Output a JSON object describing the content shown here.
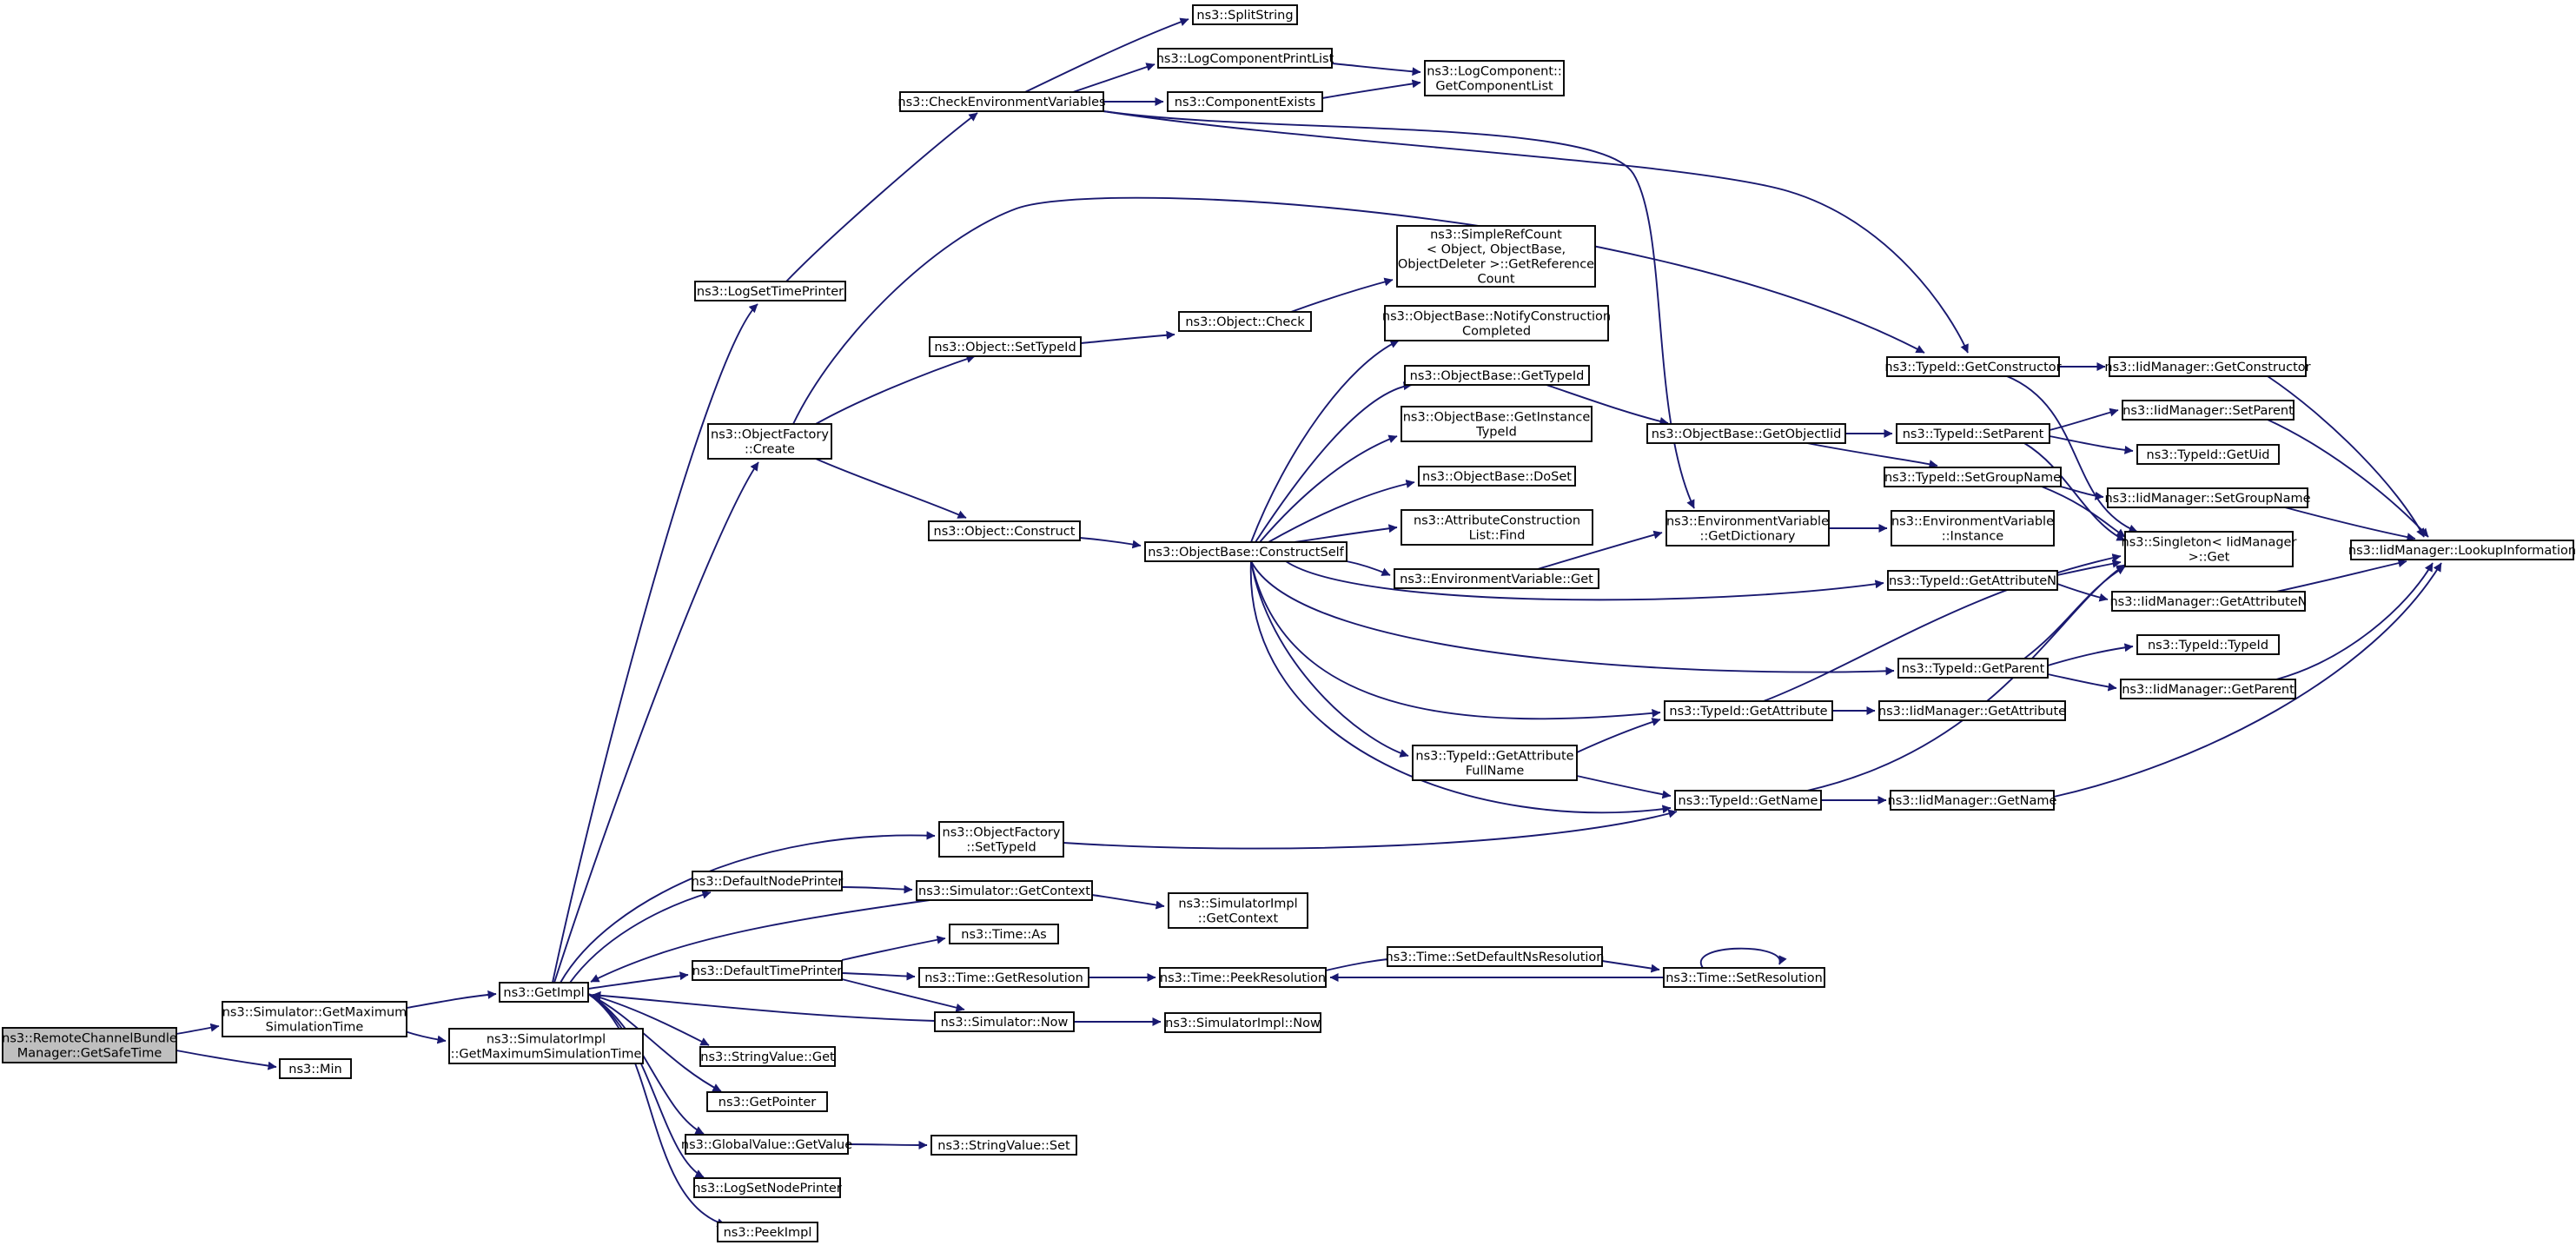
{
  "diagram": {
    "title": "",
    "colors": {
      "edge": "#191970",
      "node_border": "#000000",
      "root_fill": "#bfbfbf",
      "node_fill": "#ffffff"
    },
    "nodes": [
      {
        "id": "root",
        "label": [
          "ns3::RemoteChannelBundle",
          "Manager::GetSafeTime"
        ],
        "highlight": true
      },
      {
        "id": "simGetMax",
        "label": [
          "ns3::Simulator::GetMaximum",
          "SimulationTime"
        ]
      },
      {
        "id": "min",
        "label": [
          "ns3::Min"
        ]
      },
      {
        "id": "getImpl",
        "label": [
          "ns3::GetImpl"
        ]
      },
      {
        "id": "simImplGetMax",
        "label": [
          "ns3::SimulatorImpl",
          "::GetMaximumSimulationTime"
        ]
      },
      {
        "id": "logSetTimePrinter",
        "label": [
          "ns3::LogSetTimePrinter"
        ]
      },
      {
        "id": "objFactoryCreate",
        "label": [
          "ns3::ObjectFactory",
          "::Create"
        ]
      },
      {
        "id": "objFactorySetTypeId",
        "label": [
          "ns3::ObjectFactory",
          "::SetTypeId"
        ]
      },
      {
        "id": "defaultNodePrinter",
        "label": [
          "ns3::DefaultNodePrinter"
        ]
      },
      {
        "id": "defaultTimePrinter",
        "label": [
          "ns3::DefaultTimePrinter"
        ]
      },
      {
        "id": "stringValueGet",
        "label": [
          "ns3::StringValue::Get"
        ]
      },
      {
        "id": "getPointer",
        "label": [
          "ns3::GetPointer"
        ]
      },
      {
        "id": "globalValueGetValue",
        "label": [
          "ns3::GlobalValue::GetValue"
        ]
      },
      {
        "id": "logSetNodePrinter",
        "label": [
          "ns3::LogSetNodePrinter"
        ]
      },
      {
        "id": "peekImpl",
        "label": [
          "ns3::PeekImpl"
        ]
      },
      {
        "id": "checkEnv",
        "label": [
          "ns3::CheckEnvironmentVariables"
        ]
      },
      {
        "id": "splitString",
        "label": [
          "ns3::SplitString"
        ]
      },
      {
        "id": "logComponentPrintList",
        "label": [
          "ns3::LogComponentPrintList"
        ]
      },
      {
        "id": "componentExists",
        "label": [
          "ns3::ComponentExists"
        ]
      },
      {
        "id": "logCompGetList",
        "label": [
          "ns3::LogComponent::",
          "GetComponentList"
        ]
      },
      {
        "id": "objSetTypeId",
        "label": [
          "ns3::Object::SetTypeId"
        ]
      },
      {
        "id": "objCheck",
        "label": [
          "ns3::Object::Check"
        ]
      },
      {
        "id": "simpleRefCount",
        "label": [
          "ns3::SimpleRefCount",
          "< Object, ObjectBase,",
          "ObjectDeleter >::GetReference",
          "Count"
        ]
      },
      {
        "id": "objConstruct",
        "label": [
          "ns3::Object::Construct"
        ]
      },
      {
        "id": "constructSelf",
        "label": [
          "ns3::ObjectBase::ConstructSelf"
        ]
      },
      {
        "id": "notifyConstruction",
        "label": [
          "ns3::ObjectBase::NotifyConstruction",
          "Completed"
        ]
      },
      {
        "id": "obGetTypeId",
        "label": [
          "ns3::ObjectBase::GetTypeId"
        ]
      },
      {
        "id": "obGetInstanceTypeId",
        "label": [
          "ns3::ObjectBase::GetInstance",
          "TypeId"
        ]
      },
      {
        "id": "obDoSet",
        "label": [
          "ns3::ObjectBase::DoSet"
        ]
      },
      {
        "id": "attrConstructionFind",
        "label": [
          "ns3::AttributeConstruction",
          "List::Find"
        ]
      },
      {
        "id": "envVarGet",
        "label": [
          "ns3::EnvironmentVariable::Get"
        ]
      },
      {
        "id": "typeIdGetAttributeFullName",
        "label": [
          "ns3::TypeId::GetAttribute",
          "FullName"
        ]
      },
      {
        "id": "obGetObjectIid",
        "label": [
          "ns3::ObjectBase::GetObjectIid"
        ]
      },
      {
        "id": "envVarGetDict",
        "label": [
          "ns3::EnvironmentVariable",
          "::GetDictionary"
        ]
      },
      {
        "id": "envVarInstance",
        "label": [
          "ns3::EnvironmentVariable",
          "::Instance"
        ]
      },
      {
        "id": "typeIdGetAttribute",
        "label": [
          "ns3::TypeId::GetAttribute"
        ]
      },
      {
        "id": "typeIdGetName",
        "label": [
          "ns3::TypeId::GetName"
        ]
      },
      {
        "id": "typeIdGetConstructor",
        "label": [
          "ns3::TypeId::GetConstructor"
        ]
      },
      {
        "id": "typeIdSetParent",
        "label": [
          "ns3::TypeId::SetParent"
        ]
      },
      {
        "id": "typeIdSetGroupName",
        "label": [
          "ns3::TypeId::SetGroupName"
        ]
      },
      {
        "id": "typeIdGetAttributeN",
        "label": [
          "ns3::TypeId::GetAttributeN"
        ]
      },
      {
        "id": "typeIdGetParent",
        "label": [
          "ns3::TypeId::GetParent"
        ]
      },
      {
        "id": "iidGetConstructor",
        "label": [
          "ns3::IidManager::GetConstructor"
        ]
      },
      {
        "id": "iidSetParent",
        "label": [
          "ns3::IidManager::SetParent"
        ]
      },
      {
        "id": "typeIdGetUid",
        "label": [
          "ns3::TypeId::GetUid"
        ]
      },
      {
        "id": "iidSetGroupName",
        "label": [
          "ns3::IidManager::SetGroupName"
        ]
      },
      {
        "id": "singletonGet",
        "label": [
          "ns3::Singleton< IidManager",
          " >::Get"
        ]
      },
      {
        "id": "iidGetAttributeN",
        "label": [
          "ns3::IidManager::GetAttributeN"
        ]
      },
      {
        "id": "typeIdTypeId",
        "label": [
          "ns3::TypeId::TypeId"
        ]
      },
      {
        "id": "iidGetParent",
        "label": [
          "ns3::IidManager::GetParent"
        ]
      },
      {
        "id": "iidGetAttribute",
        "label": [
          "ns3::IidManager::GetAttribute"
        ]
      },
      {
        "id": "iidGetName",
        "label": [
          "ns3::IidManager::GetName"
        ]
      },
      {
        "id": "iidLookupInformation",
        "label": [
          "ns3::IidManager::LookupInformation"
        ]
      },
      {
        "id": "simGetContext",
        "label": [
          "ns3::Simulator::GetContext"
        ]
      },
      {
        "id": "simImplGetContext",
        "label": [
          "ns3::SimulatorImpl",
          "::GetContext"
        ]
      },
      {
        "id": "timeAs",
        "label": [
          "ns3::Time::As"
        ]
      },
      {
        "id": "timeGetResolution",
        "label": [
          "ns3::Time::GetResolution"
        ]
      },
      {
        "id": "simNow",
        "label": [
          "ns3::Simulator::Now"
        ]
      },
      {
        "id": "timePeekResolution",
        "label": [
          "ns3::Time::PeekResolution"
        ]
      },
      {
        "id": "timeSetDefaultNs",
        "label": [
          "ns3::Time::SetDefaultNsResolution"
        ]
      },
      {
        "id": "timeSetResolution",
        "label": [
          "ns3::Time::SetResolution"
        ]
      },
      {
        "id": "simImplNow",
        "label": [
          "ns3::SimulatorImpl::Now"
        ]
      },
      {
        "id": "stringValueSet",
        "label": [
          "ns3::StringValue::Set"
        ]
      }
    ],
    "edges": [
      [
        "root",
        "simGetMax"
      ],
      [
        "root",
        "min"
      ],
      [
        "simGetMax",
        "getImpl"
      ],
      [
        "simGetMax",
        "simImplGetMax"
      ],
      [
        "getImpl",
        "logSetTimePrinter"
      ],
      [
        "getImpl",
        "objFactoryCreate"
      ],
      [
        "getImpl",
        "objFactorySetTypeId"
      ],
      [
        "getImpl",
        "defaultNodePrinter"
      ],
      [
        "getImpl",
        "defaultTimePrinter"
      ],
      [
        "getImpl",
        "stringValueGet"
      ],
      [
        "getImpl",
        "getPointer"
      ],
      [
        "getImpl",
        "globalValueGetValue"
      ],
      [
        "getImpl",
        "logSetNodePrinter"
      ],
      [
        "getImpl",
        "peekImpl"
      ],
      [
        "logSetTimePrinter",
        "checkEnv"
      ],
      [
        "checkEnv",
        "splitString"
      ],
      [
        "checkEnv",
        "logComponentPrintList"
      ],
      [
        "checkEnv",
        "componentExists"
      ],
      [
        "checkEnv",
        "envVarGetDict"
      ],
      [
        "checkEnv",
        "typeIdGetConstructor"
      ],
      [
        "logComponentPrintList",
        "logCompGetList"
      ],
      [
        "componentExists",
        "logCompGetList"
      ],
      [
        "objFactoryCreate",
        "typeIdGetConstructor"
      ],
      [
        "objFactoryCreate",
        "objSetTypeId"
      ],
      [
        "objFactoryCreate",
        "objConstruct"
      ],
      [
        "objSetTypeId",
        "objCheck"
      ],
      [
        "objCheck",
        "simpleRefCount"
      ],
      [
        "objConstruct",
        "constructSelf"
      ],
      [
        "constructSelf",
        "notifyConstruction"
      ],
      [
        "constructSelf",
        "obGetTypeId"
      ],
      [
        "constructSelf",
        "obGetInstanceTypeId"
      ],
      [
        "constructSelf",
        "obDoSet"
      ],
      [
        "constructSelf",
        "attrConstructionFind"
      ],
      [
        "constructSelf",
        "envVarGet"
      ],
      [
        "constructSelf",
        "typeIdGetAttributeN"
      ],
      [
        "constructSelf",
        "typeIdGetParent"
      ],
      [
        "constructSelf",
        "typeIdGetAttribute"
      ],
      [
        "constructSelf",
        "typeIdGetAttributeFullName"
      ],
      [
        "constructSelf",
        "typeIdGetName"
      ],
      [
        "obGetTypeId",
        "obGetObjectIid"
      ],
      [
        "obGetObjectIid",
        "typeIdSetParent"
      ],
      [
        "obGetObjectIid",
        "typeIdSetGroupName"
      ],
      [
        "envVarGet",
        "envVarGetDict"
      ],
      [
        "envVarGetDict",
        "envVarInstance"
      ],
      [
        "typeIdGetAttributeFullName",
        "typeIdGetAttribute"
      ],
      [
        "typeIdGetAttributeFullName",
        "typeIdGetName"
      ],
      [
        "typeIdGetAttribute",
        "iidGetAttribute"
      ],
      [
        "typeIdGetAttribute",
        "singletonGet"
      ],
      [
        "typeIdGetName",
        "iidGetName"
      ],
      [
        "typeIdGetName",
        "singletonGet"
      ],
      [
        "typeIdGetConstructor",
        "iidGetConstructor"
      ],
      [
        "typeIdGetConstructor",
        "singletonGet"
      ],
      [
        "typeIdSetParent",
        "iidSetParent"
      ],
      [
        "typeIdSetParent",
        "typeIdGetUid"
      ],
      [
        "typeIdSetParent",
        "singletonGet"
      ],
      [
        "typeIdSetGroupName",
        "iidSetGroupName"
      ],
      [
        "typeIdSetGroupName",
        "singletonGet"
      ],
      [
        "typeIdGetAttributeN",
        "iidGetAttributeN"
      ],
      [
        "typeIdGetAttributeN",
        "singletonGet"
      ],
      [
        "typeIdGetParent",
        "typeIdTypeId"
      ],
      [
        "typeIdGetParent",
        "iidGetParent"
      ],
      [
        "typeIdGetParent",
        "singletonGet"
      ],
      [
        "iidGetConstructor",
        "iidLookupInformation"
      ],
      [
        "iidSetParent",
        "iidLookupInformation"
      ],
      [
        "iidSetGroupName",
        "iidLookupInformation"
      ],
      [
        "iidGetAttributeN",
        "iidLookupInformation"
      ],
      [
        "iidGetParent",
        "iidLookupInformation"
      ],
      [
        "iidGetName",
        "iidLookupInformation"
      ],
      [
        "objFactorySetTypeId",
        "typeIdGetName"
      ],
      [
        "defaultNodePrinter",
        "simGetContext"
      ],
      [
        "simGetContext",
        "simImplGetContext"
      ],
      [
        "simGetContext",
        "getImpl"
      ],
      [
        "defaultTimePrinter",
        "timeAs"
      ],
      [
        "defaultTimePrinter",
        "timeGetResolution"
      ],
      [
        "defaultTimePrinter",
        "simNow"
      ],
      [
        "timeGetResolution",
        "timePeekResolution"
      ],
      [
        "timePeekResolution",
        "timeSetDefaultNs"
      ],
      [
        "timeSetDefaultNs",
        "timeSetResolution"
      ],
      [
        "timeSetResolution",
        "timePeekResolution"
      ],
      [
        "timeSetResolution",
        "timeSetResolution"
      ],
      [
        "simNow",
        "simImplNow"
      ],
      [
        "simNow",
        "getImpl"
      ],
      [
        "globalValueGetValue",
        "stringValueSet"
      ]
    ]
  }
}
